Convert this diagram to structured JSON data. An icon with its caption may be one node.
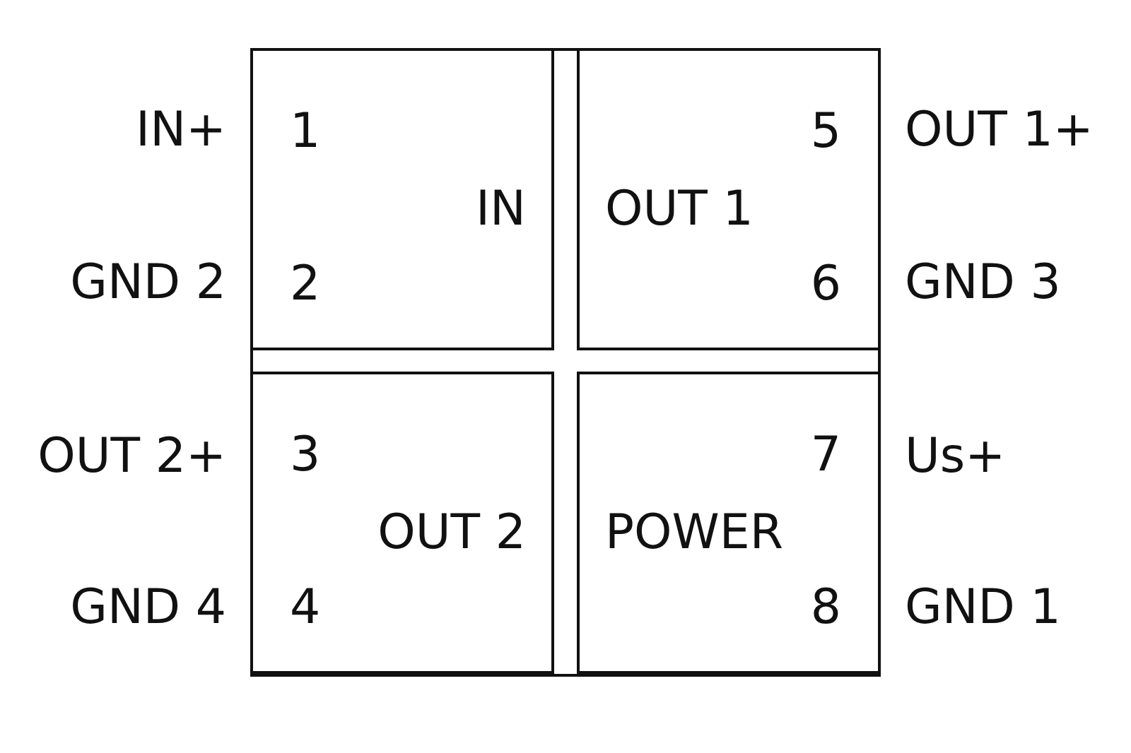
{
  "diagram": {
    "nodes": [
      {
        "text": [
          "1",
          "IN",
          "2"
        ]
      },
      {
        "text": [
          "5",
          "OUT 1",
          "6"
        ]
      },
      {
        "text": [
          "3",
          "OUT 2",
          "4"
        ]
      },
      {
        "text": [
          "7",
          "POWER",
          "8"
        ]
      }
    ],
    "edges": [],
    "labels": [
      "IN+",
      "OUT 1+",
      "GND 2",
      "GND 3",
      "OUT 2+",
      "Us+",
      "GND 4",
      "GND 1"
    ]
  }
}
